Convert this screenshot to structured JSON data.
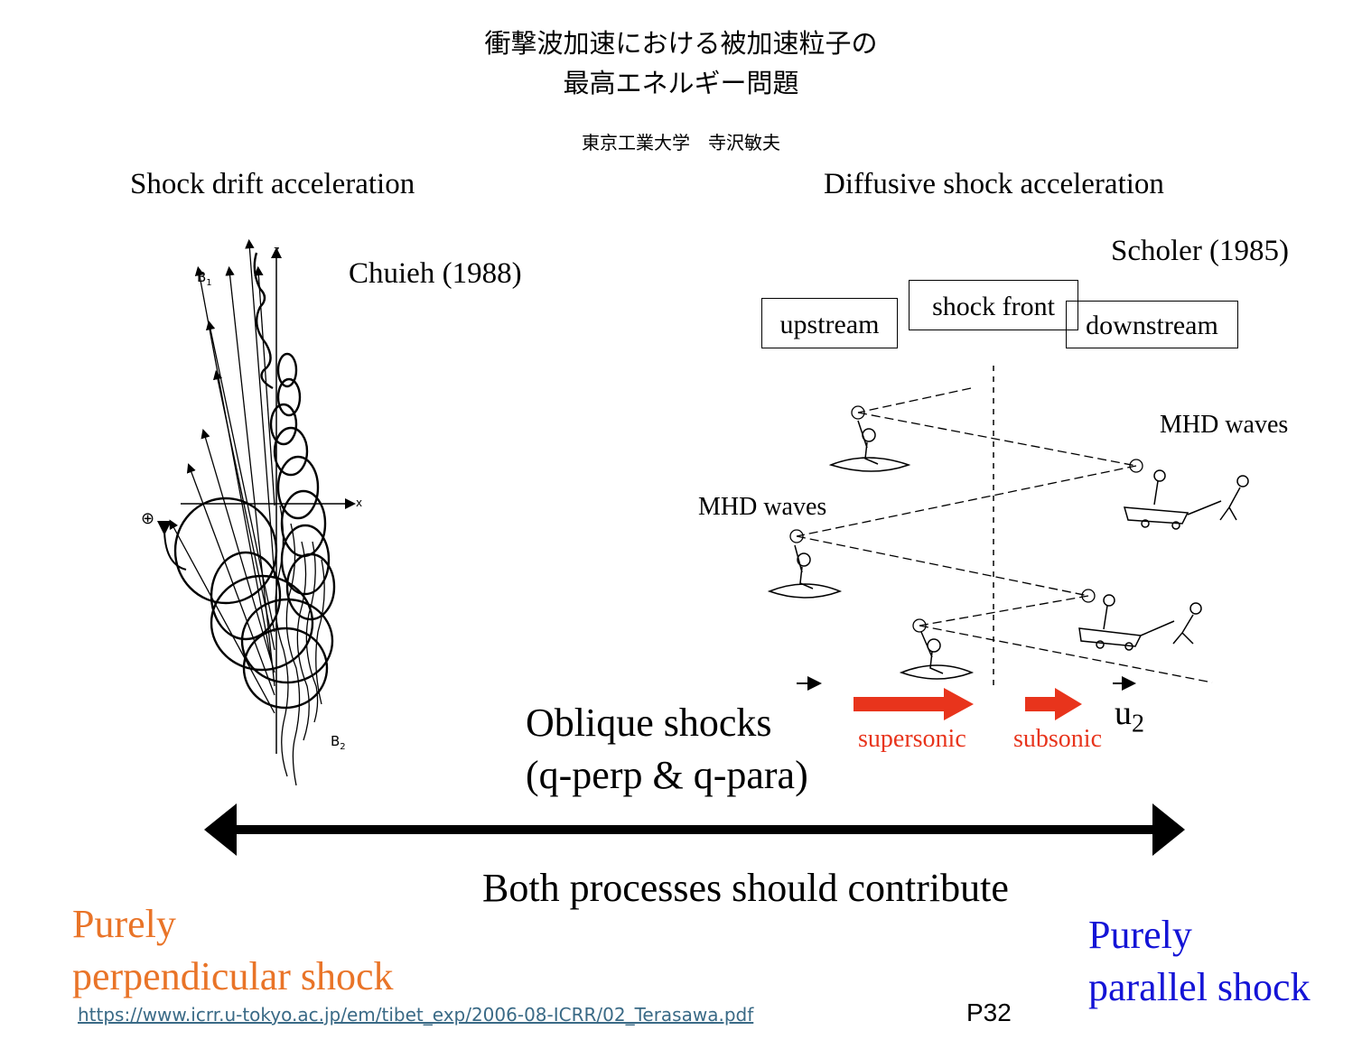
{
  "header": {
    "title_line1": "衝撃波加速における被加速粒子の",
    "title_line2": "最高エネルギー問題",
    "author": "東京工業大学　寺沢敏夫"
  },
  "left_panel": {
    "heading": "Shock drift acceleration",
    "reference": "Chuieh (1988)",
    "axis_z": "z",
    "axis_x": "x",
    "label_b1": "B",
    "label_b1_sub": "1",
    "label_b2": "B",
    "label_b2_sub": "2",
    "charge": "⊕"
  },
  "right_panel": {
    "heading": "Diffusive shock acceleration",
    "reference": "Scholer (1985)",
    "box_upstream": "upstream",
    "box_shock_front": "shock front",
    "box_downstream": "downstream",
    "mhd_waves_right": "MHD waves",
    "mhd_waves_left": "MHD waves",
    "supersonic": "supersonic",
    "subsonic": "subsonic",
    "u": "u",
    "u_sub": "2"
  },
  "center": {
    "oblique_line1": "Oblique shocks",
    "oblique_line2": "(q-perp & q-para)",
    "both": "Both processes should contribute"
  },
  "extremes": {
    "perp_line1": "Purely",
    "perp_line2": "perpendicular shock",
    "para_line1": "Purely",
    "para_line2": "parallel shock"
  },
  "footer": {
    "url": "https://www.icrr.u-tokyo.ac.jp/em/tibet_exp/2006-08-ICRR/02_Terasawa.pdf",
    "page": "P32"
  },
  "colors": {
    "red": "#e8341c",
    "orange": "#e97428",
    "blue": "#1414d6"
  }
}
